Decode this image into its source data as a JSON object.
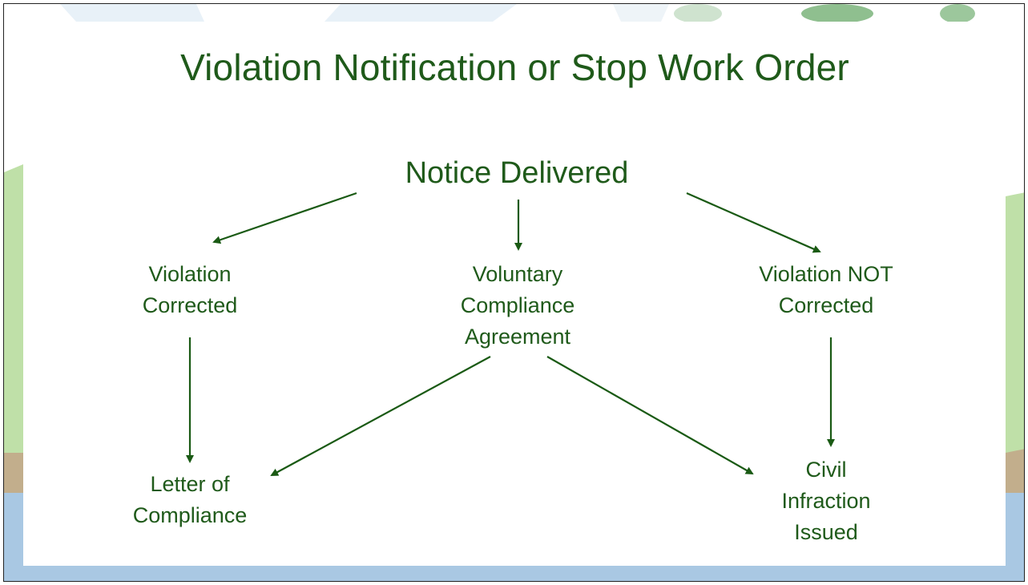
{
  "title": "Violation Notification or Stop Work Order",
  "nodes": {
    "notice_delivered": "Notice Delivered",
    "violation_corrected": "Violation\nCorrected",
    "voluntary_compliance": "Voluntary\nCompliance\nAgreement",
    "violation_not_corrected": "Violation NOT\nCorrected",
    "letter_of_compliance": "Letter of\nCompliance",
    "civil_infraction": "Civil\nInfraction\nIssued"
  },
  "colors": {
    "text": "#1f5a1a",
    "arrow": "#1a5a14",
    "blue_band": "#a9c8e3",
    "green_band": "#bfe0a8",
    "tan_band": "#c2ae8c"
  }
}
